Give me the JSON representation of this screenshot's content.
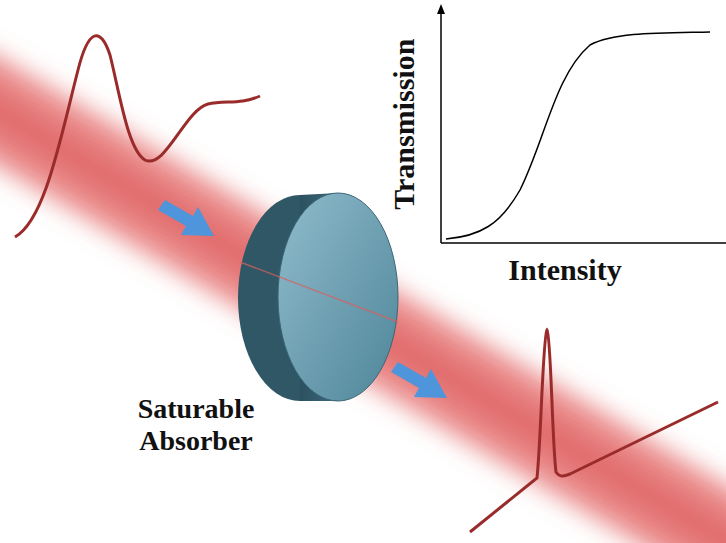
{
  "diagram": {
    "labels": [
      "Transmission",
      "Intensity",
      "Saturable Absorber"
    ]
  }
}
